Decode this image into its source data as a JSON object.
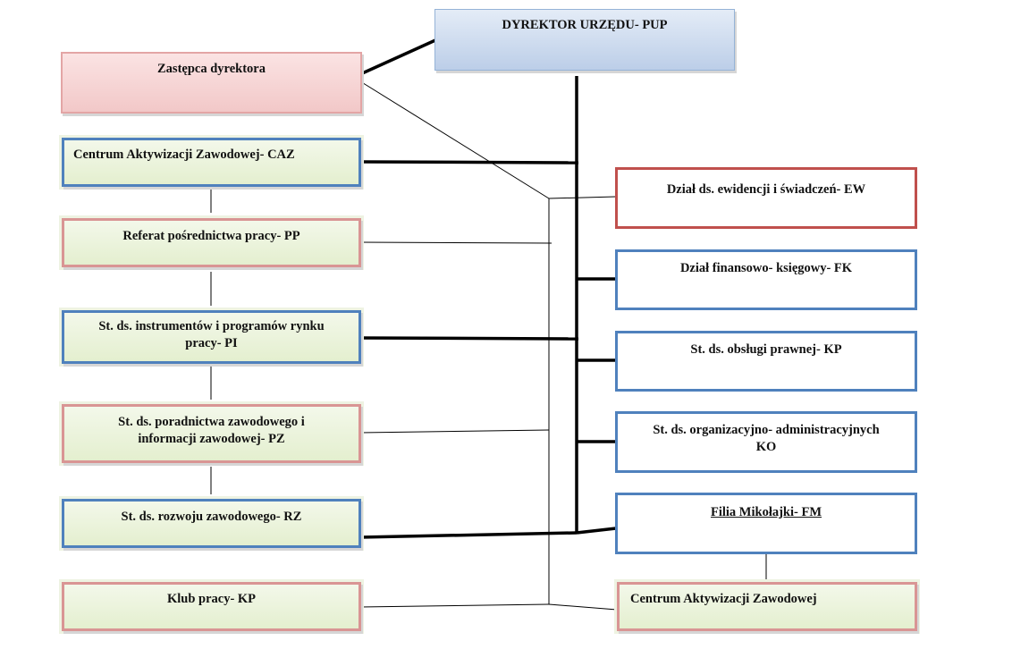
{
  "chart": {
    "director": "DYREKTOR URZĘDU- PUP",
    "deputy": "Zastępca dyrektora",
    "left": {
      "caz": "Centrum Aktywizacji Zawodowej- CAZ",
      "pp": "Referat pośrednictwa pracy- PP",
      "pi_line1": "St. ds. instrumentów i programów rynku",
      "pi_line2": "pracy- PI",
      "pz_line1": "St. ds. poradnictwa zawodowego i",
      "pz_line2": "informacji  zawodowej- PZ",
      "rz": "St. ds. rozwoju zawodowego- RZ",
      "klub": "Klub pracy- KP"
    },
    "right": {
      "ew": "Dział ds. ewidencji i świadczeń- EW",
      "fk": "Dział finansowo- księgowy- FK",
      "kp": "St. ds. obsługi prawnej- KP",
      "ko_line1": "St. ds. organizacyjno- administracyjnych",
      "ko_line2": "KO",
      "fm": "Filia Mikołajki- FM",
      "caz2": "Centrum Aktywizacji Zawodowej"
    },
    "colors": {
      "blue_border": "#4f81bd",
      "pink_border": "#d99594",
      "red_border": "#c0504d",
      "green_fill": "#e4efcf"
    }
  }
}
